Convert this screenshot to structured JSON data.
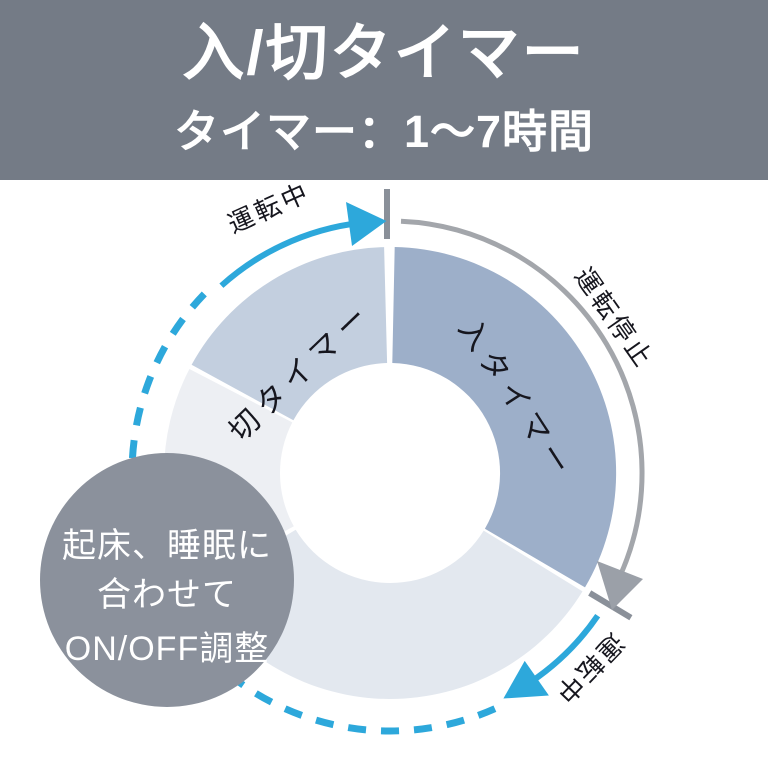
{
  "header": {
    "title": "入/切タイマー",
    "subtitle": "タイマー：1～7時間"
  },
  "wheel": {
    "segments": {
      "on_timer": {
        "label": "入タイマー",
        "color": "#9dafc9"
      },
      "off_timer": {
        "label": "切タイマー",
        "color": "#c3cfdf"
      },
      "rest_bottom": {
        "color": "#e3e8ef"
      },
      "rest_left": {
        "color": "#edeff3"
      }
    },
    "arc_labels": {
      "running_top": "運転中",
      "stopped_right": "運転停止",
      "running_bottom": "運転中"
    }
  },
  "badge": {
    "lines": [
      "起床、睡眠に",
      "合わせて",
      "ON/OFF調整"
    ],
    "color": "#8b919c"
  },
  "colors": {
    "accent_cyan": "#2da8db",
    "arc_gray": "#a3a6ab",
    "arrow_gray": "#9ba0a8",
    "tick_gray": "#8a9099",
    "banner_gray": "#747b86",
    "label_ink": "#16161e"
  }
}
